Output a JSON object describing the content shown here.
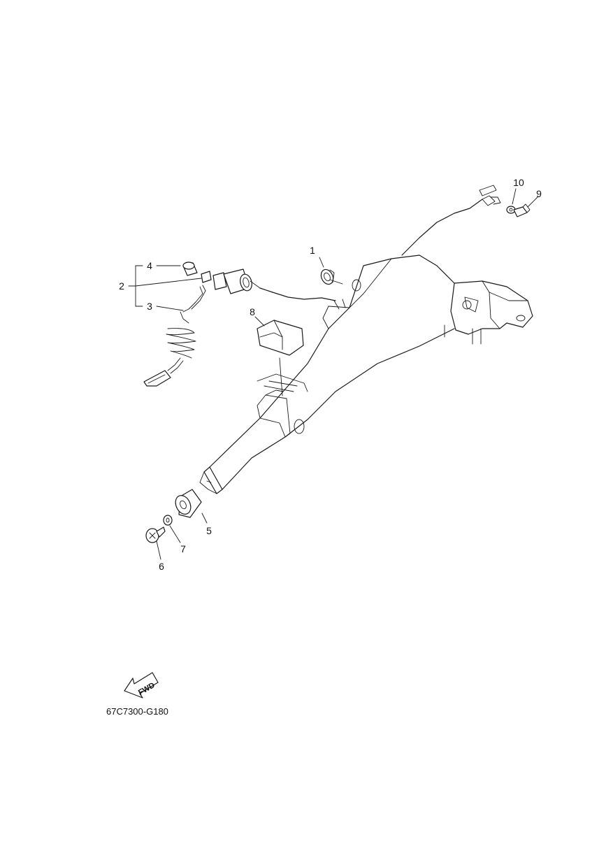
{
  "diagram_code": "67C7300-G180",
  "fwd_label": "FWD",
  "callouts": {
    "c1": "1",
    "c2": "2",
    "c3": "3",
    "c4": "4",
    "c5": "5",
    "c6": "6",
    "c7": "7",
    "c8": "8",
    "c9": "9",
    "c10": "10"
  }
}
